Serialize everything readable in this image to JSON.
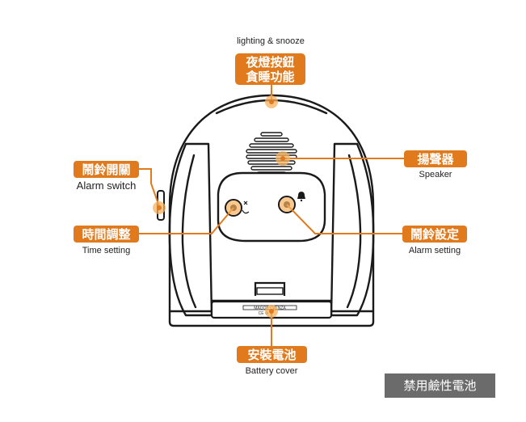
{
  "colors": {
    "accent": "#e07a1c",
    "outline": "#1a1a1a",
    "dot": "#f5b15e",
    "warning_bg": "#6b6b6b"
  },
  "callouts": {
    "snooze": {
      "label_line1": "夜燈按鈕",
      "label_line2": "貪睡功能",
      "caption": "lighting & snooze"
    },
    "alarm_switch": {
      "label": "鬧鈴開關",
      "caption": "Alarm switch"
    },
    "time_setting": {
      "label": "時間調整",
      "caption": "Time setting"
    },
    "speaker": {
      "label": "揚聲器",
      "caption": "Speaker"
    },
    "alarm_setting": {
      "label": "鬧鈴設定",
      "caption": "Alarm setting"
    },
    "battery_cover": {
      "label": "安裝電池",
      "caption": "Battery cover"
    }
  },
  "device": {
    "cover_brand": "MAGOE / VENZA",
    "cert_marks": "CE ♻"
  },
  "warning": {
    "text": "禁用鹼性電池"
  }
}
